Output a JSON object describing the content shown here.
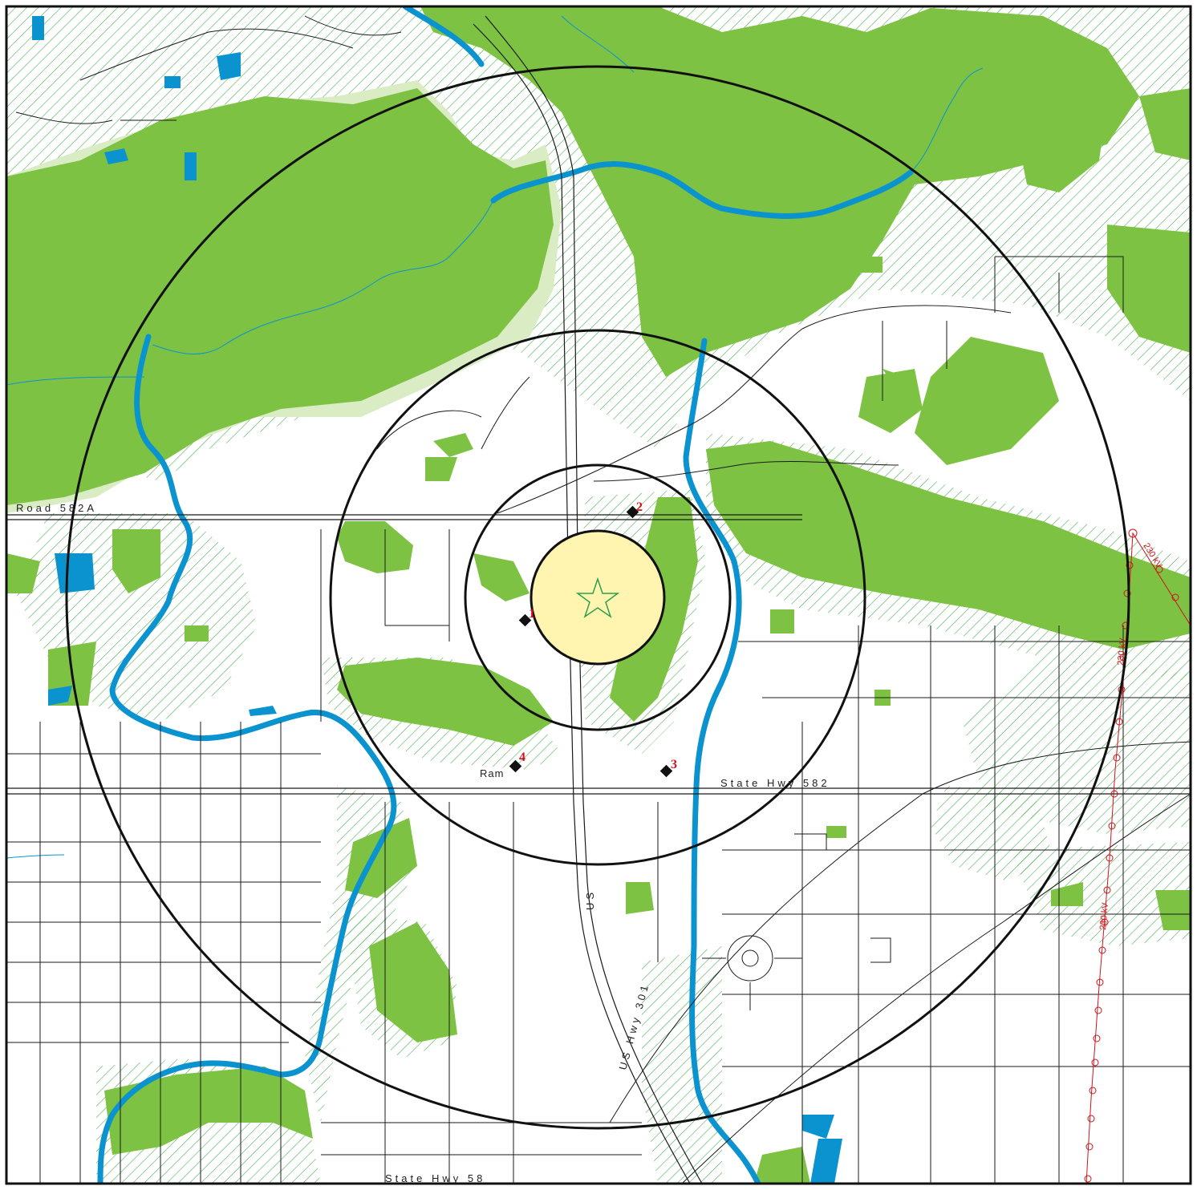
{
  "map": {
    "roads": {
      "road_582a": "Road 582A",
      "state_hwy_582": "State Hwy 582",
      "us_hwy_301": "US Hwy 301",
      "state_hwy_58": "State Hwy 58",
      "us_short": "US",
      "ram_stub": "Ram"
    },
    "power_line_label": "230 kV",
    "sites": [
      {
        "id": "1",
        "label": "1"
      },
      {
        "id": "2",
        "label": "2"
      },
      {
        "id": "3",
        "label": "3"
      },
      {
        "id": "4",
        "label": "4"
      }
    ],
    "rings": 4,
    "center_symbol": "star-icon",
    "colors": {
      "forest": "#7dc242",
      "wetland_hatch": "#5cb85c",
      "water": "#0b93d0",
      "core_zone": "#fff4b0",
      "power_line": "#d0121b",
      "rings": "#111111"
    }
  }
}
